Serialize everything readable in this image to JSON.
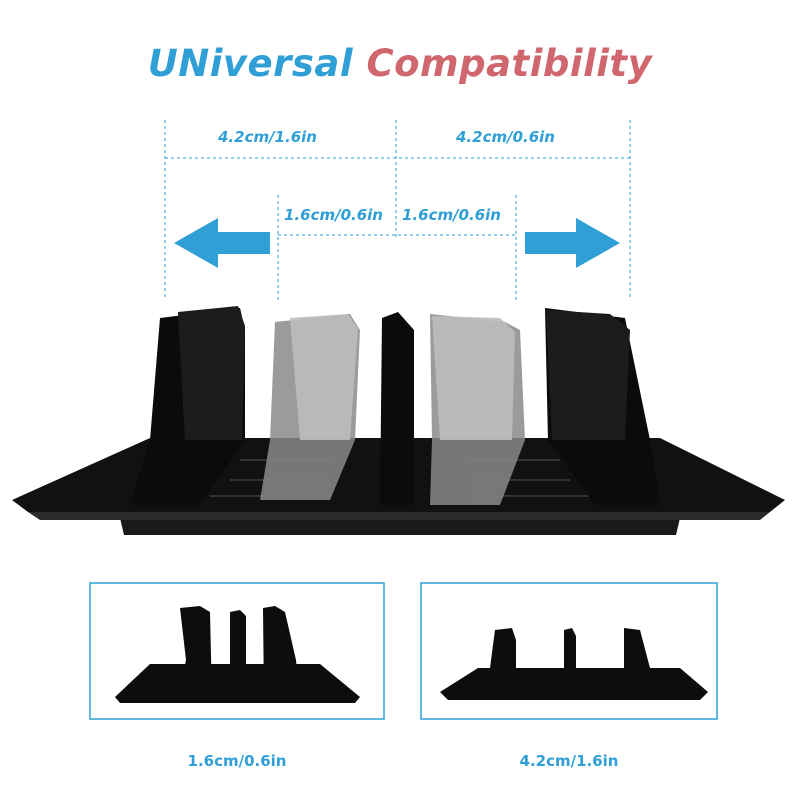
{
  "title": {
    "word1": "UNiversal",
    "word2": "Compatibility"
  },
  "dimensions": {
    "top_left": "4.2cm/1.6in",
    "top_right": "4.2cm/0.6in",
    "mid_left": "1.6cm/0.6in",
    "mid_right": "1.6cm/0.6in"
  },
  "panels": [
    {
      "caption": "1.6cm/0.6in"
    },
    {
      "caption": "4.2cm/1.6in"
    }
  ],
  "colors": {
    "accent_blue": "#2f9fd6",
    "accent_red": "#d0666e",
    "product": "#0d0d0d"
  },
  "icons": [
    "arrow-left-icon",
    "arrow-right-icon"
  ]
}
